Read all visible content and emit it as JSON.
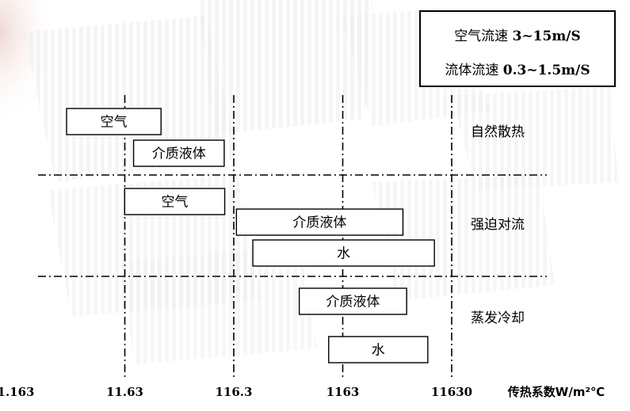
{
  "chart_data": {
    "type": "range-bar",
    "x_scale": "log",
    "xlim": [
      1.163,
      11630
    ],
    "x_ticks": [
      "1.163",
      "11.63",
      "116.3",
      "1163",
      "11630"
    ],
    "x_tick_values": [
      1.163,
      11.63,
      116.3,
      1163,
      11630
    ],
    "xlabel": "传热系数W/m²℃",
    "groups": [
      {
        "label": "自然散热",
        "bars": [
          {
            "label": "空气",
            "min": 3.4,
            "max": 25
          },
          {
            "label": "介质液体",
            "min": 14,
            "max": 95
          }
        ]
      },
      {
        "label": "强迫对流",
        "bars": [
          {
            "label": "空气",
            "min": 11.6,
            "max": 96
          },
          {
            "label": "介质液体",
            "min": 123,
            "max": 4150
          },
          {
            "label": "水",
            "min": 174,
            "max": 8070
          }
        ]
      },
      {
        "label": "蒸发冷却",
        "bars": [
          {
            "label": "介质液体",
            "min": 464,
            "max": 4490
          },
          {
            "label": "水",
            "min": 864,
            "max": 7020
          }
        ]
      }
    ],
    "notes": [
      {
        "text": "空气流速 ",
        "value": "3~15m/S"
      },
      {
        "text": "流体流速 ",
        "value": "0.3~1.5m/S"
      }
    ]
  }
}
